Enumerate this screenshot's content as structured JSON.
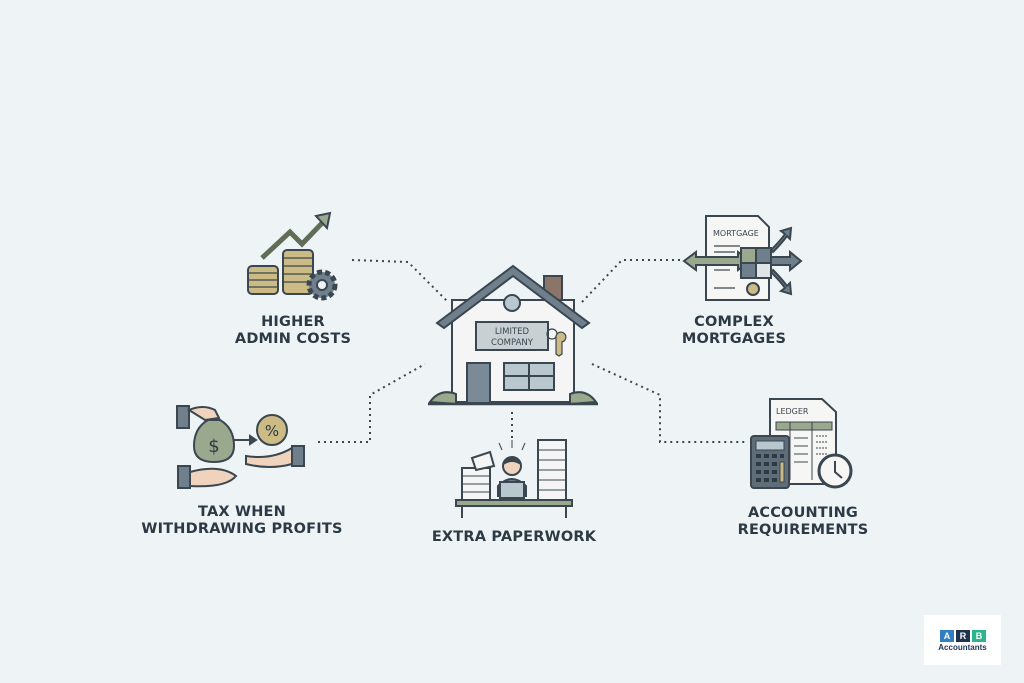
{
  "center": {
    "sign_line1": "LIMITED",
    "sign_line2": "COMPANY"
  },
  "items": [
    {
      "line1": "HIGHER",
      "line2": "ADMIN COSTS",
      "icon": "coins-growth-gear-icon"
    },
    {
      "line1": "COMPLEX",
      "line2": "MORTGAGES",
      "icon": "mortgage-document-puzzle-icon",
      "doc_title": "MORTGAGE"
    },
    {
      "line1": "TAX WHEN",
      "line2": "WITHDRAWING PROFITS",
      "icon": "money-bag-percent-hands-icon"
    },
    {
      "line1": "EXTRA PAPERWORK",
      "icon": "worker-paper-stacks-icon"
    },
    {
      "line1": "ACCOUNTING",
      "line2": "REQUIREMENTS",
      "icon": "ledger-calculator-clock-icon",
      "doc_title": "LEDGER"
    }
  ],
  "logo": {
    "letters": [
      "A",
      "R",
      "B"
    ],
    "name": "Accountants",
    "colors": [
      "#2f7fc1",
      "#1f3350",
      "#2bb58f"
    ]
  },
  "colors": {
    "background": "#eef3f5",
    "outline": "#3a4650",
    "slate": "#6f7f8c",
    "sage": "#9aa88e",
    "gold": "#cdbb86"
  }
}
